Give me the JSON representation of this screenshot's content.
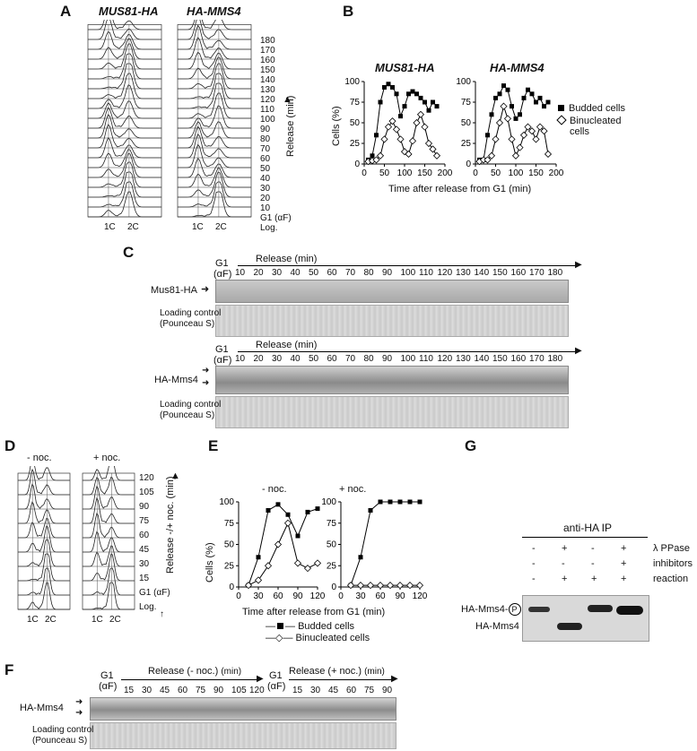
{
  "panelA": {
    "letter": "A",
    "strain1": "MUS81-HA",
    "strain2": "HA-MMS4",
    "times": [
      "180",
      "170",
      "160",
      "150",
      "140",
      "130",
      "120",
      "110",
      "100",
      "90",
      "80",
      "70",
      "60",
      "50",
      "40",
      "30",
      "20",
      "10",
      "G1 (αF)",
      "Log."
    ],
    "axis_title": "Release (min)",
    "x_1c": "1C",
    "x_2c": "2C"
  },
  "panelB": {
    "letter": "B",
    "ylabel": "Cells (%)",
    "xlabel": "Time after release from G1 (min)",
    "legend_budded": "Budded cells",
    "legend_binuc_1": "Binucleated",
    "legend_binuc_2": "cells",
    "yticks": [
      "100",
      "75",
      "50",
      "25",
      "0"
    ],
    "xticks": [
      "0",
      "50",
      "100",
      "150",
      "200"
    ]
  },
  "panelC": {
    "letter": "C",
    "g1": "G1",
    "af": "(αF)",
    "release": "Release (min)",
    "lanes": [
      "10",
      "20",
      "30",
      "40",
      "50",
      "60",
      "70",
      "80",
      "90",
      "100",
      "110",
      "120",
      "130",
      "140",
      "150",
      "160",
      "170",
      "180"
    ],
    "blot1": "Mus81-HA",
    "blot2": "HA-Mms4",
    "loading1": "Loading control",
    "loading2": "(Pounceau S)"
  },
  "panelD": {
    "letter": "D",
    "minus": "- noc.",
    "plus": "+ noc.",
    "times": [
      "120",
      "105",
      "90",
      "75",
      "60",
      "45",
      "30",
      "15",
      "G1 (αF)",
      "Log."
    ],
    "axis_title": "Release -/+ noc. (min)",
    "x_1c": "1C",
    "x_2c": "2C"
  },
  "panelE": {
    "letter": "E",
    "ylabel": "Cells (%)",
    "xlabel": "Time after release from G1 (min)",
    "minus": "- noc.",
    "plus": "+ noc.",
    "legend_budded": "Budded cells",
    "legend_binuc": "Binucleated cells",
    "yticks": [
      "100",
      "75",
      "50",
      "25",
      "0"
    ],
    "xticks": [
      "0",
      "30",
      "60",
      "90",
      "120"
    ]
  },
  "panelF": {
    "letter": "F",
    "g1": "G1",
    "af": "(αF)",
    "release_minus": "Release (- noc.)",
    "release_plus": "Release (+ noc.)",
    "unit": "(min)",
    "lanes_minus": [
      "15",
      "30",
      "45",
      "60",
      "75",
      "90",
      "105",
      "120"
    ],
    "lanes_plus": [
      "15",
      "30",
      "45",
      "60",
      "75",
      "90"
    ],
    "blot": "HA-Mms4",
    "loading1": "Loading control",
    "loading2": "(Pounceau S)"
  },
  "panelG": {
    "letter": "G",
    "title": "anti-HA IP",
    "rows": [
      {
        "signs": [
          "-",
          "+",
          "-",
          "+"
        ],
        "label": "λ PPase"
      },
      {
        "signs": [
          "-",
          "-",
          "-",
          "+"
        ],
        "label": "inhibitors"
      },
      {
        "signs": [
          "-",
          "+",
          "+",
          "+"
        ],
        "label": "reaction"
      }
    ],
    "band_p": "HA-Mms4-",
    "p_symbol": "P",
    "band": "HA-Mms4"
  },
  "chart_data": [
    {
      "type": "line",
      "title": "MUS81-HA",
      "xlabel": "Time after release from G1 (min)",
      "ylabel": "Cells (%)",
      "xlim": [
        0,
        200
      ],
      "ylim": [
        0,
        100
      ],
      "x": [
        10,
        20,
        30,
        40,
        50,
        60,
        70,
        80,
        90,
        100,
        110,
        120,
        130,
        140,
        150,
        160,
        170,
        180
      ],
      "series": [
        {
          "name": "Budded cells",
          "values": [
            5,
            10,
            35,
            75,
            93,
            97,
            93,
            85,
            58,
            70,
            85,
            88,
            85,
            80,
            75,
            65,
            75,
            70
          ]
        },
        {
          "name": "Binucleated cells",
          "values": [
            3,
            4,
            5,
            10,
            30,
            45,
            52,
            42,
            30,
            15,
            12,
            28,
            50,
            60,
            45,
            25,
            18,
            10
          ]
        }
      ]
    },
    {
      "type": "line",
      "title": "HA-MMS4",
      "xlabel": "Time after release from G1 (min)",
      "ylabel": "Cells (%)",
      "xlim": [
        0,
        200
      ],
      "ylim": [
        0,
        100
      ],
      "x": [
        10,
        20,
        30,
        40,
        50,
        60,
        70,
        80,
        90,
        100,
        110,
        120,
        130,
        140,
        150,
        160,
        170,
        180
      ],
      "series": [
        {
          "name": "Budded cells",
          "values": [
            5,
            5,
            35,
            60,
            80,
            85,
            95,
            90,
            70,
            55,
            60,
            80,
            90,
            85,
            75,
            80,
            70,
            75
          ]
        },
        {
          "name": "Binucleated cells",
          "values": [
            3,
            5,
            5,
            10,
            30,
            50,
            70,
            55,
            30,
            10,
            20,
            35,
            45,
            40,
            30,
            45,
            40,
            12
          ]
        }
      ]
    },
    {
      "type": "line",
      "title": "- noc.",
      "xlabel": "Time after release from G1 (min)",
      "ylabel": "Cells (%)",
      "xlim": [
        0,
        120
      ],
      "ylim": [
        0,
        100
      ],
      "x": [
        15,
        30,
        45,
        60,
        75,
        90,
        105,
        120
      ],
      "series": [
        {
          "name": "Budded cells",
          "values": [
            2,
            35,
            90,
            97,
            85,
            60,
            88,
            92
          ]
        },
        {
          "name": "Binucleated cells",
          "values": [
            2,
            8,
            25,
            50,
            75,
            28,
            22,
            28
          ]
        }
      ]
    },
    {
      "type": "line",
      "title": "+ noc.",
      "xlabel": "Time after release from G1 (min)",
      "ylabel": "Cells (%)",
      "xlim": [
        0,
        120
      ],
      "ylim": [
        0,
        100
      ],
      "x": [
        15,
        30,
        45,
        60,
        75,
        90,
        105,
        120
      ],
      "series": [
        {
          "name": "Budded cells",
          "values": [
            2,
            35,
            90,
            100,
            100,
            100,
            100,
            100
          ]
        },
        {
          "name": "Binucleated cells",
          "values": [
            2,
            2,
            2,
            2,
            2,
            2,
            2,
            2
          ]
        }
      ]
    }
  ]
}
